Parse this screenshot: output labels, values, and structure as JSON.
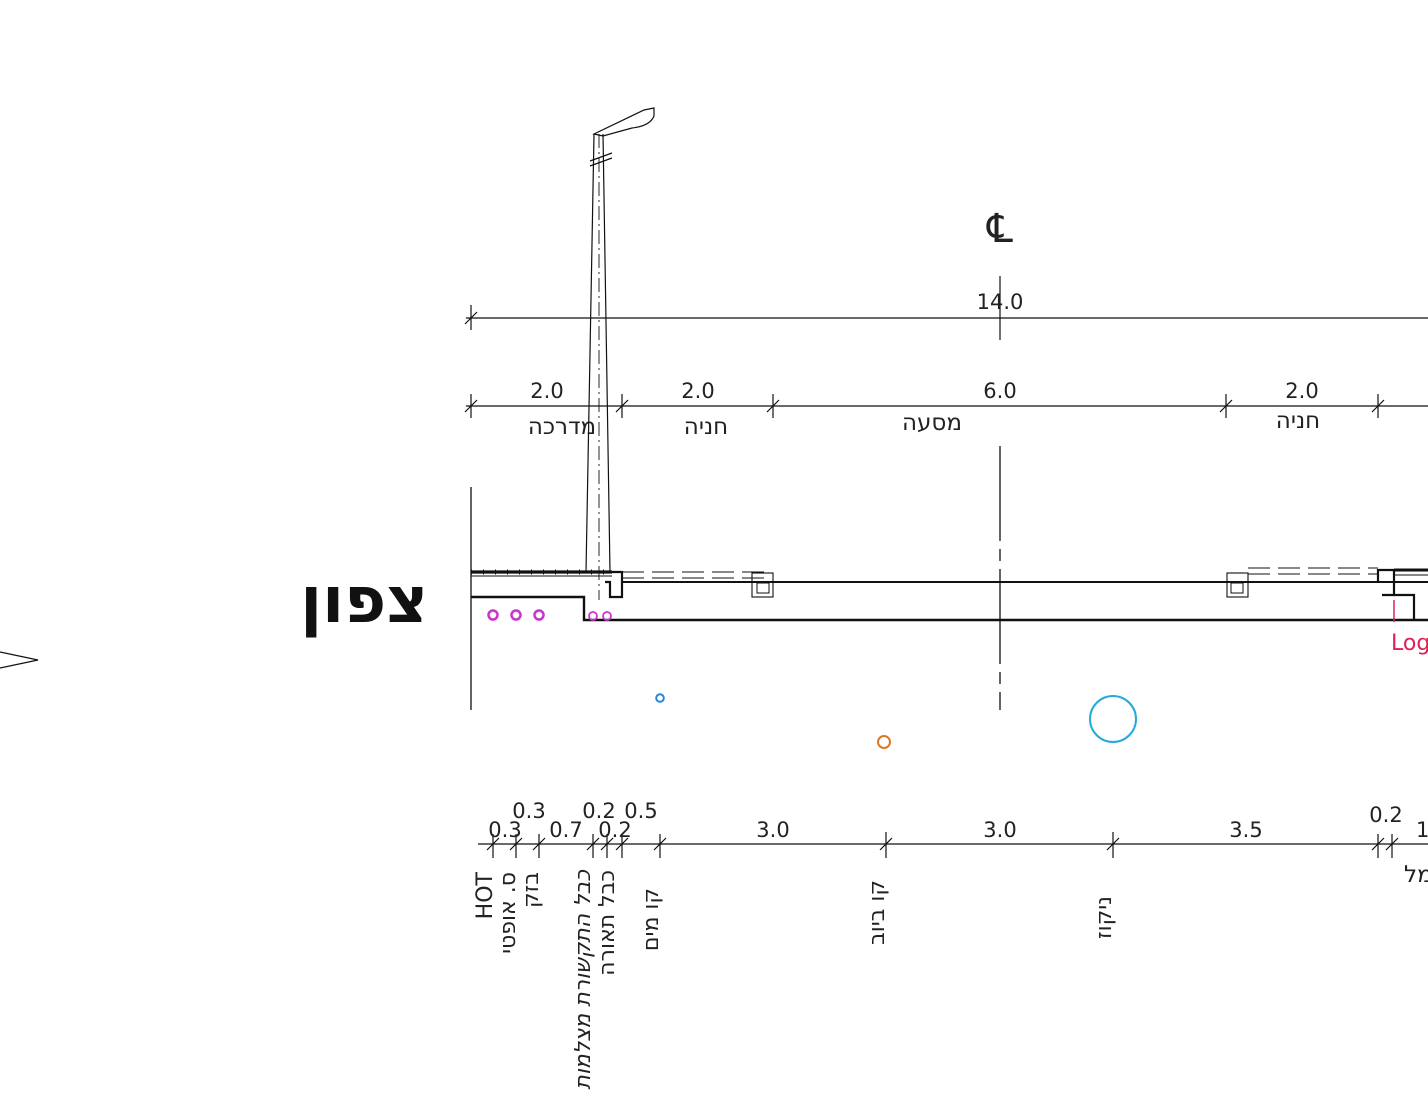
{
  "labels": {
    "north": "צפון",
    "centerline": "℄",
    "total_width": "14.0",
    "sidewalk_left_w": "2.0",
    "sidewalk_left": "מדרכה",
    "parking_left_w": "2.0",
    "parking_left": "חניה",
    "road_w": "6.0",
    "road": "מסעה",
    "parking_right_w": "2.0",
    "parking_right": "חניה",
    "partial_red": "Log",
    "partial_right_num": "1",
    "partial_right_word": "מל"
  },
  "utility_dims": [
    {
      "upper": "0.3",
      "lower": "0.3"
    },
    {
      "lower": "0.7"
    },
    {
      "upper": "0.2",
      "lower": "0.2"
    },
    {
      "upper": "0.5"
    },
    {
      "lower": "3.0"
    },
    {
      "lower": "3.0"
    },
    {
      "lower": "3.5"
    },
    {
      "upper": "0.2"
    }
  ],
  "utility_labels": {
    "hot": "HOT",
    "optic": "ס. אופטי",
    "bezeq": "בזק",
    "cctv_cable": "כבל התקשורת מצלמות",
    "lighting_cable": "כבל תאורה",
    "water": "קו מים",
    "sewer": "קו ביוב",
    "drainage": "ניקוז"
  },
  "colors": {
    "line": "#111111",
    "magenta": "#cc33cc",
    "blue": "#2288dd",
    "orange": "#dd7722",
    "cyan": "#22aadd",
    "red": "#dd2255"
  }
}
